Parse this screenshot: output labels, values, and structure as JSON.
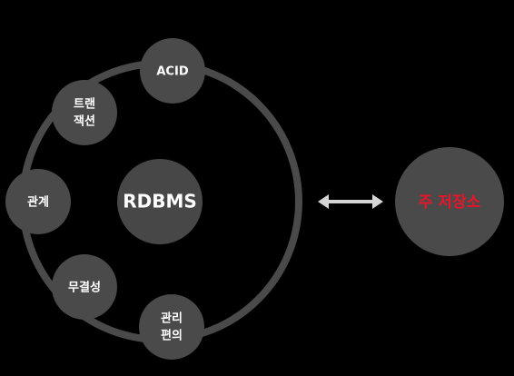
{
  "diagram": {
    "center_label": "RDBMS",
    "storage_label": "주 저장소",
    "satellites": {
      "acid": "ACID",
      "transaction": [
        "트랜",
        "잭션"
      ],
      "relation": "관계",
      "integrity": "무결성",
      "management": [
        "관리",
        "편의"
      ]
    },
    "colors": {
      "background": "#000000",
      "ring": "#4a4a4a",
      "node_fill": "#4a4a4a",
      "center_fill": "#474747",
      "storage_text": "#e8152a",
      "arrow": "#d6d6d6",
      "text": "#ffffff"
    },
    "connector": "double-headed-arrow"
  }
}
